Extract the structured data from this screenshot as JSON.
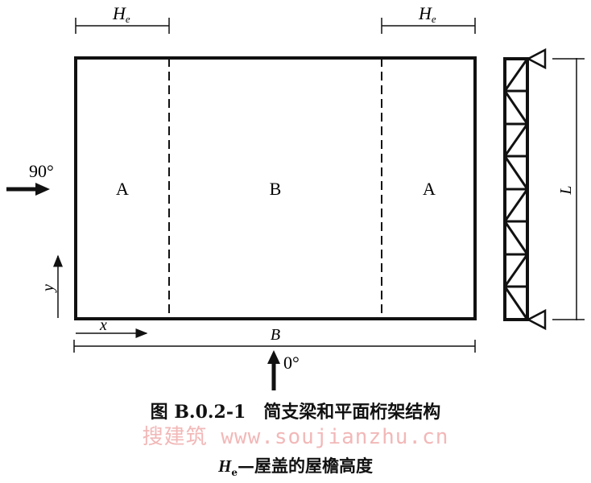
{
  "figure": {
    "caption_title": "图 B.0.2-1　简支梁和平面桁架结构",
    "caption_note_symbol": "H",
    "caption_note_sub": "e",
    "caption_note_text": "—屋盖的屋檐高度",
    "watermark": "搜建筑 www.soujianzhu.cn"
  },
  "labels": {
    "he_symbol": "H",
    "he_sub": "e",
    "zone_a": "A",
    "zone_b": "B",
    "angle_90": "90°",
    "angle_0": "0°",
    "axis_x": "x",
    "axis_y": "y",
    "width_b": "B",
    "length_l": "L"
  }
}
